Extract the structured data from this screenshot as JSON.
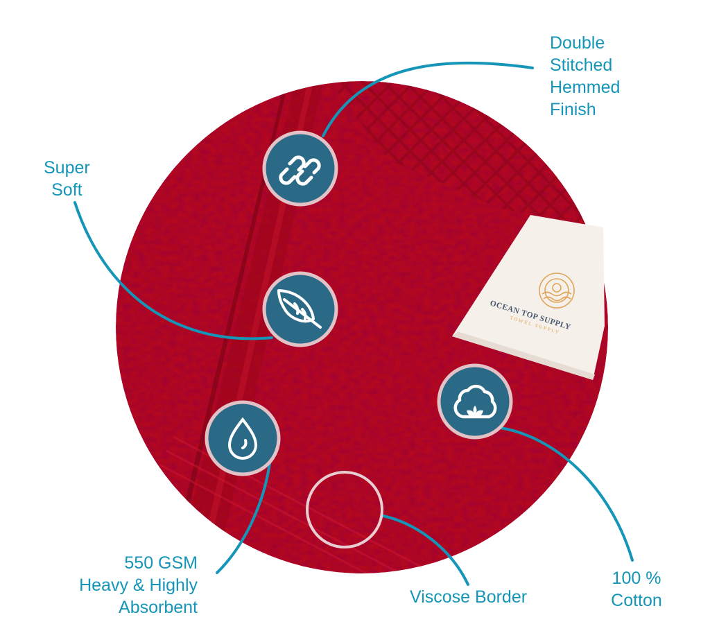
{
  "colors": {
    "towel_red": "#b3081f",
    "towel_dark": "#7e0515",
    "badge_fill": "#2a6a86",
    "badge_ring": "#e3c2c7",
    "connector": "#1596b8",
    "label_text": "#1596b8",
    "care_tag": "#f7f1ec",
    "brand_gold": "#e0a458",
    "brand_navy": "#4a5a70"
  },
  "care_tag": {
    "brand_name": "OCEAN TOP SUPPLY",
    "brand_tagline": "TOWEL SUPPLY",
    "logo_icon": "sun-over-waves-logo"
  },
  "features": [
    {
      "id": "double-stitched",
      "icon": "chain-link-icon",
      "lines": [
        "Double",
        "Stitched",
        "Hemmed",
        "Finish"
      ]
    },
    {
      "id": "super-soft",
      "icon": "feather-icon",
      "lines": [
        "Super",
        "Soft"
      ]
    },
    {
      "id": "gsm",
      "icon": "water-drop-icon",
      "lines": [
        "550 GSM",
        "Heavy & Highly",
        "Absorbent"
      ]
    },
    {
      "id": "viscose-border",
      "icon": "empty-ring-highlight",
      "lines": [
        "Viscose Border"
      ]
    },
    {
      "id": "cotton",
      "icon": "cotton-boll-icon",
      "lines": [
        "100 %",
        "Cotton"
      ]
    }
  ]
}
